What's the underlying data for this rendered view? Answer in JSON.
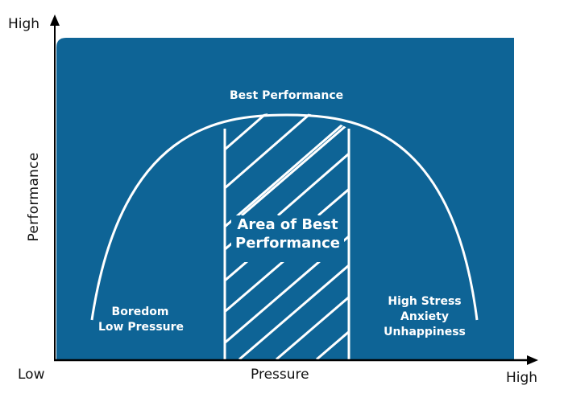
{
  "diagram": {
    "type": "inverted-u performance vs pressure curve",
    "colors": {
      "panel": "#0e6496",
      "curve": "#ffffff",
      "axes": "#000000",
      "text_dark": "#111111",
      "text_light": "#ffffff"
    },
    "axes": {
      "y_axis_label": "Performance",
      "y_axis_high": "High",
      "x_axis_label": "Pressure",
      "x_axis_low": "Low",
      "x_axis_high": "High"
    },
    "labels": {
      "peak": "Best Performance",
      "zone_title_line1": "Area of Best",
      "zone_title_line2": "Performance",
      "left_line1": "Boredom",
      "left_line2": "Low Pressure",
      "right_line1": "High Stress",
      "right_line2": "Anxiety",
      "right_line3": "Unhappiness"
    }
  }
}
